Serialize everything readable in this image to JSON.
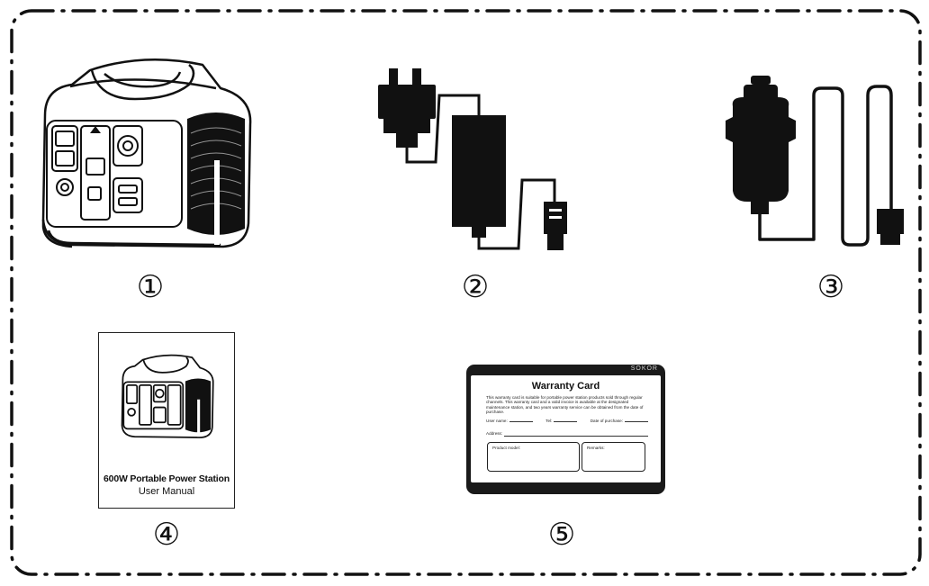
{
  "items": [
    {
      "number": "①",
      "icon": "power-station-icon"
    },
    {
      "number": "②",
      "icon": "ac-adapter-icon"
    },
    {
      "number": "③",
      "icon": "car-charger-icon"
    },
    {
      "number": "④",
      "icon": "user-manual-icon"
    },
    {
      "number": "⑤",
      "icon": "warranty-card-icon"
    }
  ],
  "manual": {
    "title": "600W Portable Power Station",
    "subtitle": "User Manual"
  },
  "warranty": {
    "title": "Warranty Card",
    "brand": "SOKOR",
    "body": "This warranty card is suitable for portable power station products sold through regular channels. This warranty card and a valid invoice is available at the designated maintenance station, and two years warranty service can be obtained from the date of purchase.",
    "user_name_label": "User name:",
    "tel_label": "Tel:",
    "date_label": "Date of purchase:",
    "address_label": "Address:",
    "product_model_label": "Product model:",
    "remarks_label": "Remarks:"
  },
  "colors": {
    "ink": "#111111",
    "card_band": "#1a1a1a"
  }
}
